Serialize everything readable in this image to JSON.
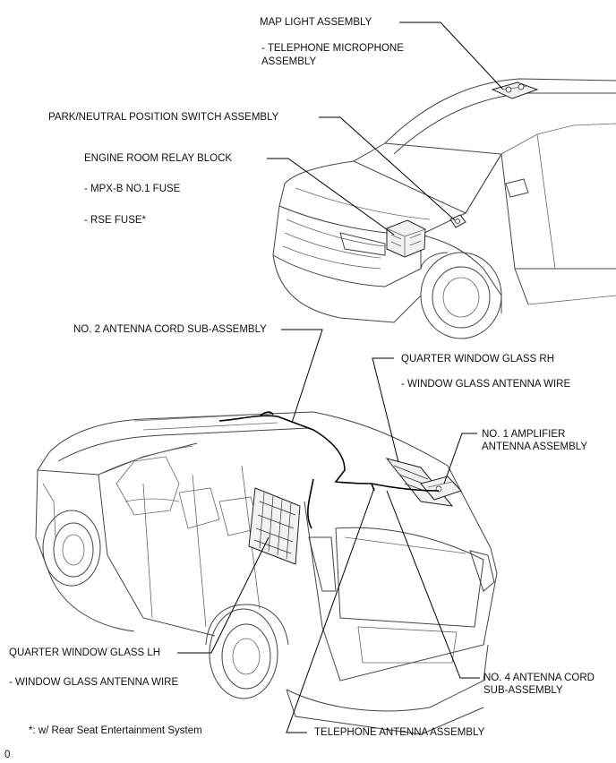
{
  "labels": {
    "map_light": "MAP LIGHT ASSEMBLY",
    "telephone_mic_1": "- TELEPHONE MICROPHONE",
    "telephone_mic_2": "ASSEMBLY",
    "park_neutral": "PARK/NEUTRAL POSITION SWITCH ASSEMBLY",
    "engine_room_relay": "ENGINE ROOM RELAY BLOCK",
    "mpx_fuse": "- MPX-B NO.1 FUSE",
    "rse_fuse": "- RSE FUSE*",
    "antenna_cord_2": "NO. 2 ANTENNA CORD SUB-ASSEMBLY",
    "quarter_rh": "QUARTER WINDOW GLASS RH",
    "rh_antenna_wire": "- WINDOW GLASS ANTENNA WIRE",
    "amplifier_1": "NO. 1 AMPLIFIER",
    "amplifier_2": "ANTENNA ASSEMBLY",
    "quarter_lh": "QUARTER WINDOW GLASS LH",
    "lh_antenna_wire": "- WINDOW GLASS ANTENNA WIRE",
    "antenna_cord_4_1": "NO. 4 ANTENNA CORD",
    "antenna_cord_4_2": "SUB-ASSEMBLY",
    "footnote": "*: w/ Rear Seat Entertainment System",
    "telephone_antenna": "TELEPHONE ANTENNA ASSEMBLY",
    "corner_mark": "0"
  }
}
